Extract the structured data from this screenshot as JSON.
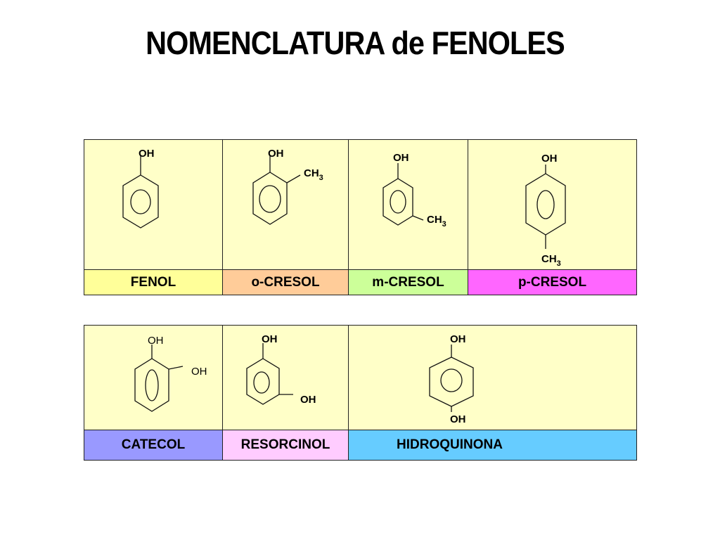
{
  "title": "NOMENCLATURA de FENOLES",
  "colors": {
    "structure_bg": "#ffffc8",
    "fenol": "#ffff99",
    "o_cresol": "#ffcc99",
    "m_cresol": "#ccff99",
    "p_cresol": "#ff66ff",
    "catecol": "#9999ff",
    "resorcinol": "#ffccff",
    "hidroquinona": "#66ccff"
  },
  "row1": [
    {
      "name": "FENOL",
      "substituents": [
        "OH"
      ]
    },
    {
      "name": "o-CRESOL",
      "substituents": [
        "OH",
        "CH",
        "3"
      ]
    },
    {
      "name": "m-CRESOL",
      "substituents": [
        "OH",
        "CH",
        "3"
      ]
    },
    {
      "name": "p-CRESOL",
      "substituents": [
        "OH",
        "CH",
        "3"
      ]
    }
  ],
  "row2": [
    {
      "name": "CATECOL",
      "substituents": [
        "OH",
        "OH"
      ]
    },
    {
      "name": "RESORCINOL",
      "substituents": [
        "OH",
        "OH"
      ]
    },
    {
      "name": "HIDROQUINONA",
      "substituents": [
        "OH",
        "OH"
      ]
    }
  ]
}
